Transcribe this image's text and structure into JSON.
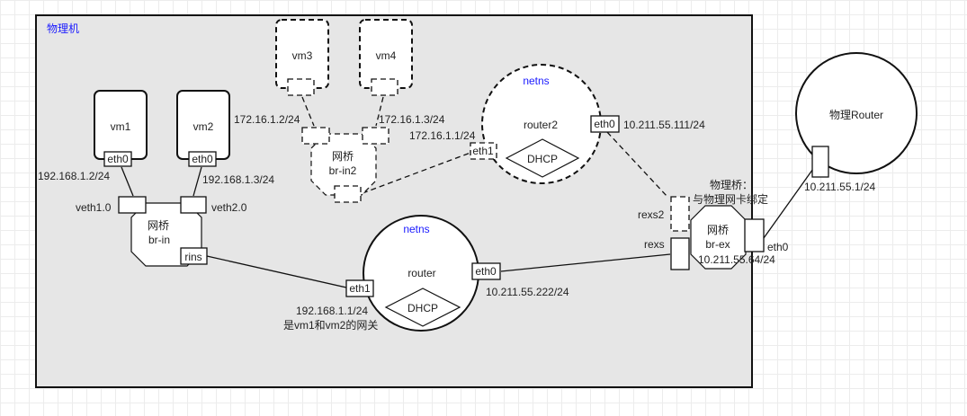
{
  "host": {
    "label": "物理机"
  },
  "vms": {
    "vm1": {
      "name": "vm1",
      "port": "eth0",
      "ip": "192.168.1.2/24"
    },
    "vm2": {
      "name": "vm2",
      "port": "eth0",
      "ip": "192.168.1.3/24"
    },
    "vm3": {
      "name": "vm3",
      "ip": "172.16.1.2/24"
    },
    "vm4": {
      "name": "vm4",
      "ip": "172.16.1.3/24"
    }
  },
  "bridges": {
    "br_in": {
      "line1": "网桥",
      "line2": "br-in",
      "port_left": "veth1.0",
      "port_right": "veth2.0",
      "port_rins": "rins"
    },
    "br_in2": {
      "line1": "网桥",
      "line2": "br-in2"
    },
    "br_ex": {
      "line1": "网桥",
      "line2": "br-ex",
      "port_rexs2": "rexs2",
      "port_rexs": "rexs",
      "port_eth0": "eth0",
      "ip": "10.211.55.64/24",
      "note_line1": "物理桥：",
      "note_line2": "与物理网卡绑定"
    }
  },
  "router": {
    "ns_label": "netns",
    "name": "router",
    "dhcp": "DHCP",
    "port_eth1": "eth1",
    "port_eth0": "eth0",
    "ip_eth1": "192.168.1.1/24",
    "gateway_note": "是vm1和vm2的网关",
    "ip_eth0": "10.211.55.222/24"
  },
  "router2": {
    "ns_label": "netns",
    "name": "router2",
    "dhcp": "DHCP",
    "port_eth1": "eth1",
    "port_eth0": "eth0",
    "ip_eth1": "172.16.1.1/24",
    "ip_eth0": "10.211.55.111/24"
  },
  "physical_router": {
    "name": "物理Router",
    "ip": "10.211.55.1/24"
  }
}
